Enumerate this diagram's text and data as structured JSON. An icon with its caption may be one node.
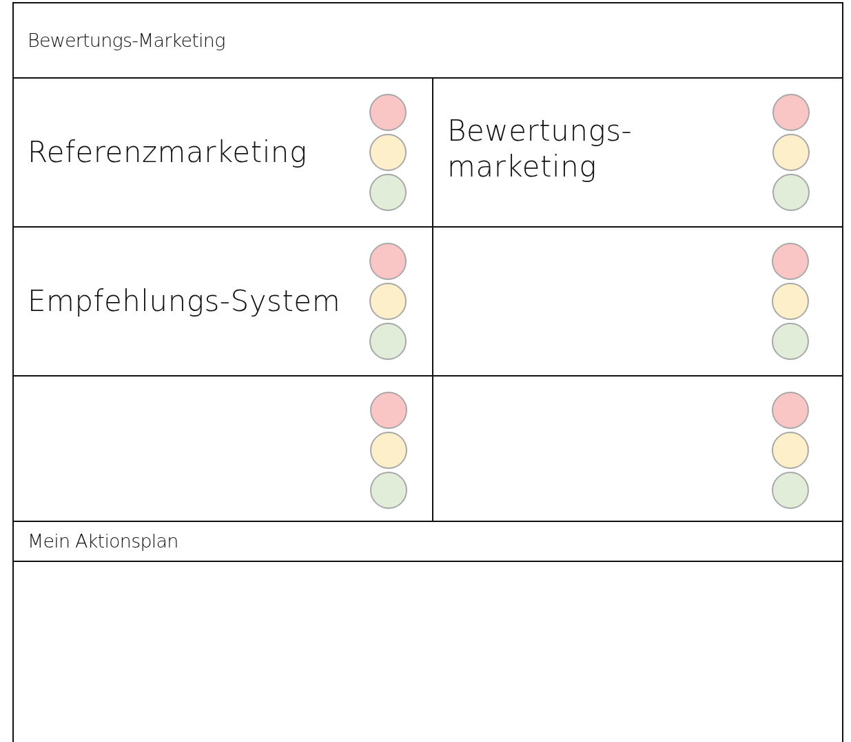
{
  "diagram": {
    "nodes": [
      {
        "text": [
          "Bewertungs-Marketing"
        ]
      },
      {
        "text": [
          "Referenzmarketing"
        ]
      },
      {
        "text": [
          "Bewertungs-marketing"
        ]
      },
      {
        "text": [
          "Empfehlungs-System"
        ]
      },
      {
        "text": [],
        "shape": "box"
      },
      {
        "text": [],
        "shape": "box"
      },
      {
        "text": [],
        "shape": "box"
      },
      {
        "text": [
          "Mein Aktionsplan"
        ]
      },
      {
        "text": [],
        "shape": "box"
      }
    ]
  }
}
